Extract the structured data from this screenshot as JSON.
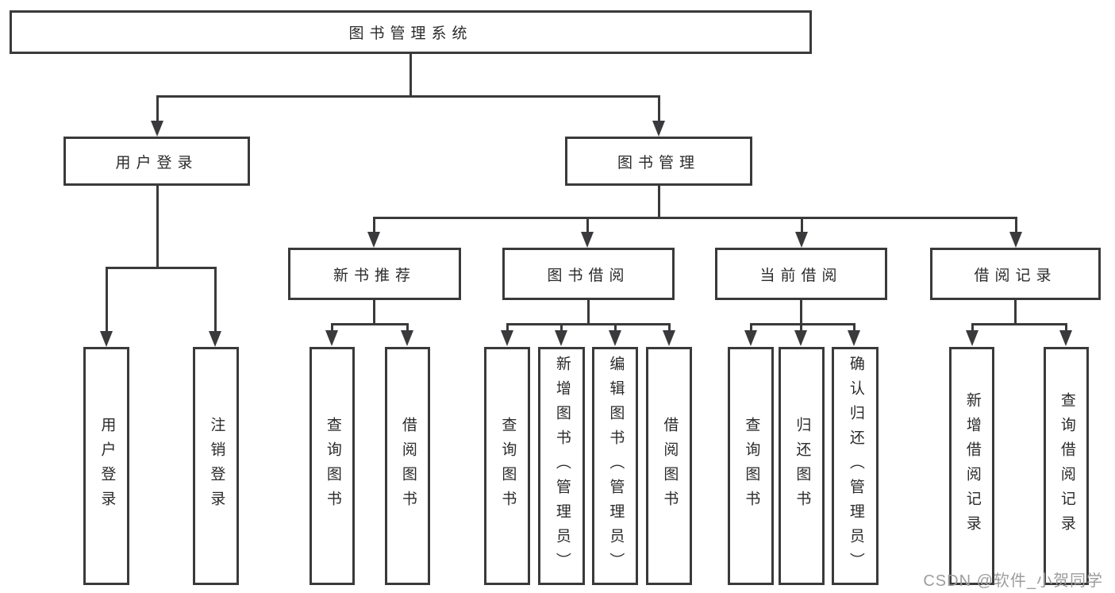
{
  "diagram": {
    "title_node": {
      "label": "图书管理系统"
    },
    "level2": [
      {
        "label": "用户登录"
      },
      {
        "label": "图书管理"
      }
    ],
    "level3": [
      {
        "label": "新书推荐"
      },
      {
        "label": "图书借阅"
      },
      {
        "label": "当前借阅"
      },
      {
        "label": "借阅记录"
      }
    ],
    "leaves": {
      "user_login": [
        "用户登录",
        "注销登录"
      ],
      "new_books": [
        "查询图书",
        "借阅图书"
      ],
      "book_borrow": [
        "查询图书",
        "新增图书（管理员）",
        "编辑图书（管理员）",
        "借阅图书"
      ],
      "current_borrow": [
        "查询图书",
        "归还图书",
        "确认归还（管理员）"
      ],
      "borrow_records": [
        "新增借阅记录",
        "查询借阅记录"
      ]
    }
  },
  "watermark": {
    "text": "CSDN @软件_小贺同学",
    "color": "#9d9d9d"
  },
  "colors": {
    "line": "#3a3a3c",
    "background": "#ffffff",
    "text": "#2b2b2b"
  }
}
